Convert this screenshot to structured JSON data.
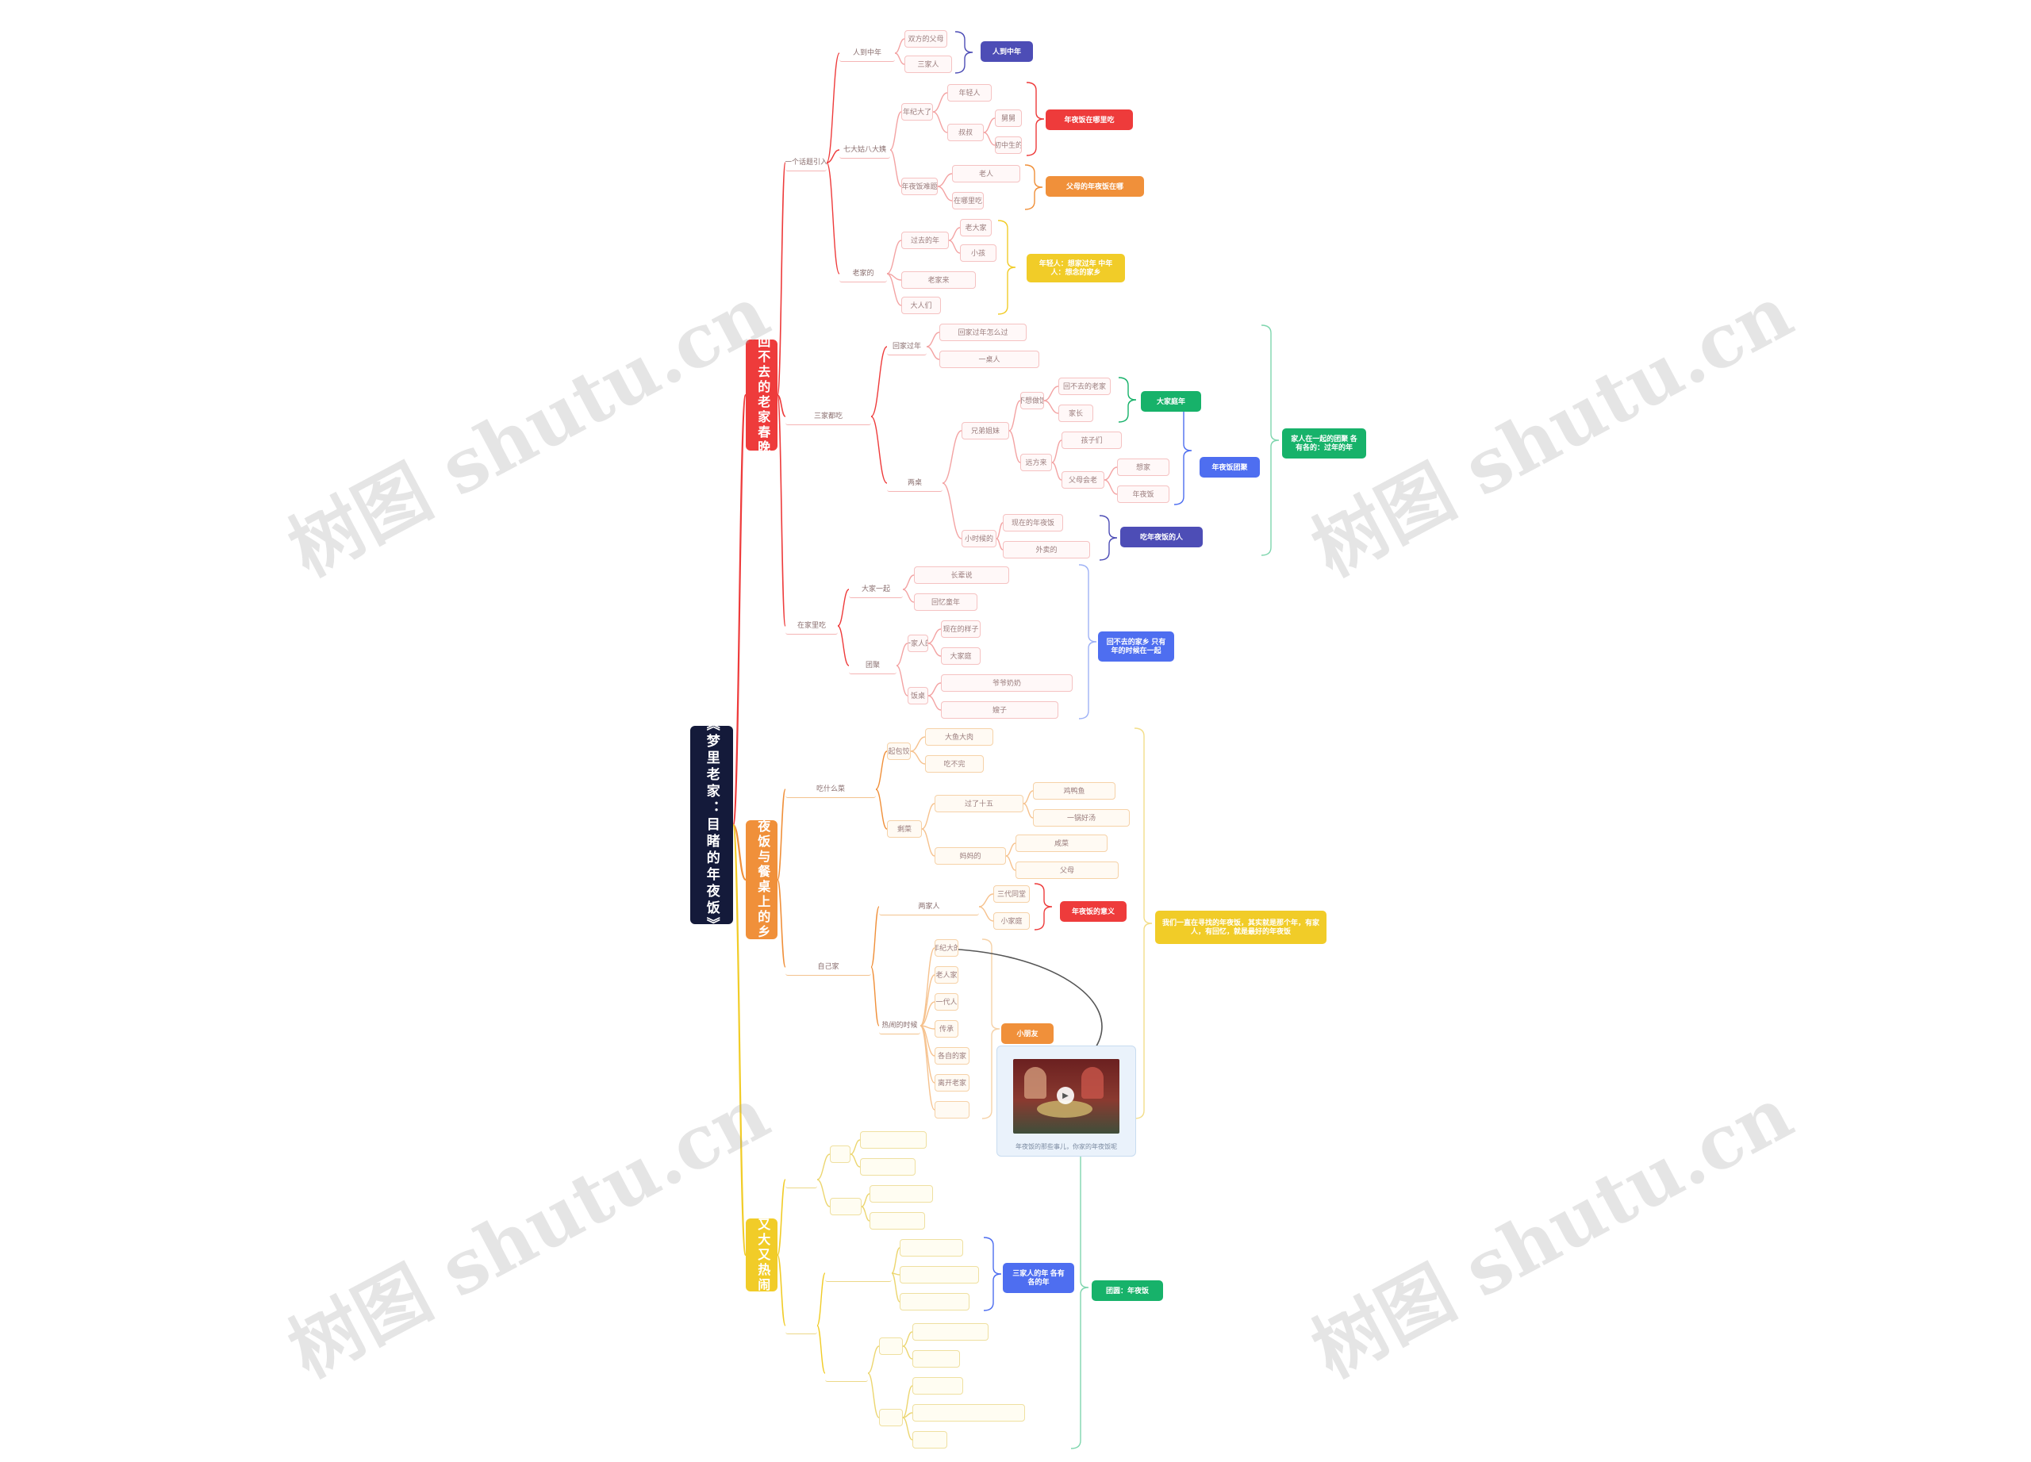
{
  "mindmap": {
    "root": {
      "label": "《梦里老家：目睹的年夜饭》"
    },
    "branches": [
      {
        "label": "回不去的老家春晚"
      },
      {
        "label": "年夜饭与餐桌上的乡愁"
      },
      {
        "label": "又大又热闹"
      }
    ],
    "nodes": [
      "一个话题引入",
      "人到中年",
      "双方的父母",
      "三家人",
      "七大姑八大姨",
      "年纪大了",
      "年轻人",
      "叔叔",
      "舅舅",
      "初中生的",
      "年夜饭难题",
      "老人",
      "在哪里吃",
      "老家的",
      "过去的年",
      "老大家",
      "小孩",
      "老家来",
      "大人们",
      "三家都吃",
      "回家过年",
      "回家过年怎么过",
      "一桌人",
      "两桌",
      "兄弟姐妹",
      "不想做饭",
      "回不去的老家",
      "家长",
      "远方来",
      "孩子们",
      "父母会老",
      "想家",
      "年夜饭",
      "小时候的",
      "现在的年夜饭",
      "外卖的",
      "在家里吃",
      "大家一起",
      "长辈说",
      "回忆童年",
      "团聚",
      "一家人的",
      "现在的样子",
      "大家庭",
      "饭桌",
      "爷爷奶奶",
      "嫂子",
      "吃什么菜",
      "一起包饺子",
      "大鱼大肉",
      "吃不完",
      "剩菜",
      "过了十五",
      "鸡鸭鱼",
      "一锅好汤",
      "妈妈的",
      "咸菜",
      "父母",
      "自己家",
      "两家人",
      "三代同堂",
      "小家庭",
      "热闹的时候",
      "年纪大的",
      "老人家",
      "一代人",
      "传承",
      "各自的家",
      "离开老家"
    ],
    "summaries": [
      "人到中年",
      "年夜饭在哪里吃",
      "父母的年夜饭在哪",
      "年轻人：想家过年\n中年人：想念的家乡",
      "大家庭年",
      "年夜饭团聚",
      "吃年夜饭的人",
      "家人在一起的团聚\n各有各的：过年的年",
      "回不去的家乡\n只有年的时候在一起",
      "年夜饭的意义",
      "小朋友",
      "我们一直在寻找的年夜饭，其实就是那个年，有家人，有回忆，就是最好的年夜饭",
      "三家人的年\n各有各的年",
      "团圆：年夜饭"
    ],
    "media": {
      "caption": "年夜饭的那些事儿，你家的年夜饭呢"
    },
    "watermark": "树图 shutu.cn"
  },
  "colors": {
    "root": "#141a3a",
    "red": "#ee3b3b",
    "orange": "#f0903a",
    "yellow": "#f1cc28",
    "purple": "#4d4db6",
    "blue": "#4e6ef0",
    "green": "#17b26a"
  }
}
